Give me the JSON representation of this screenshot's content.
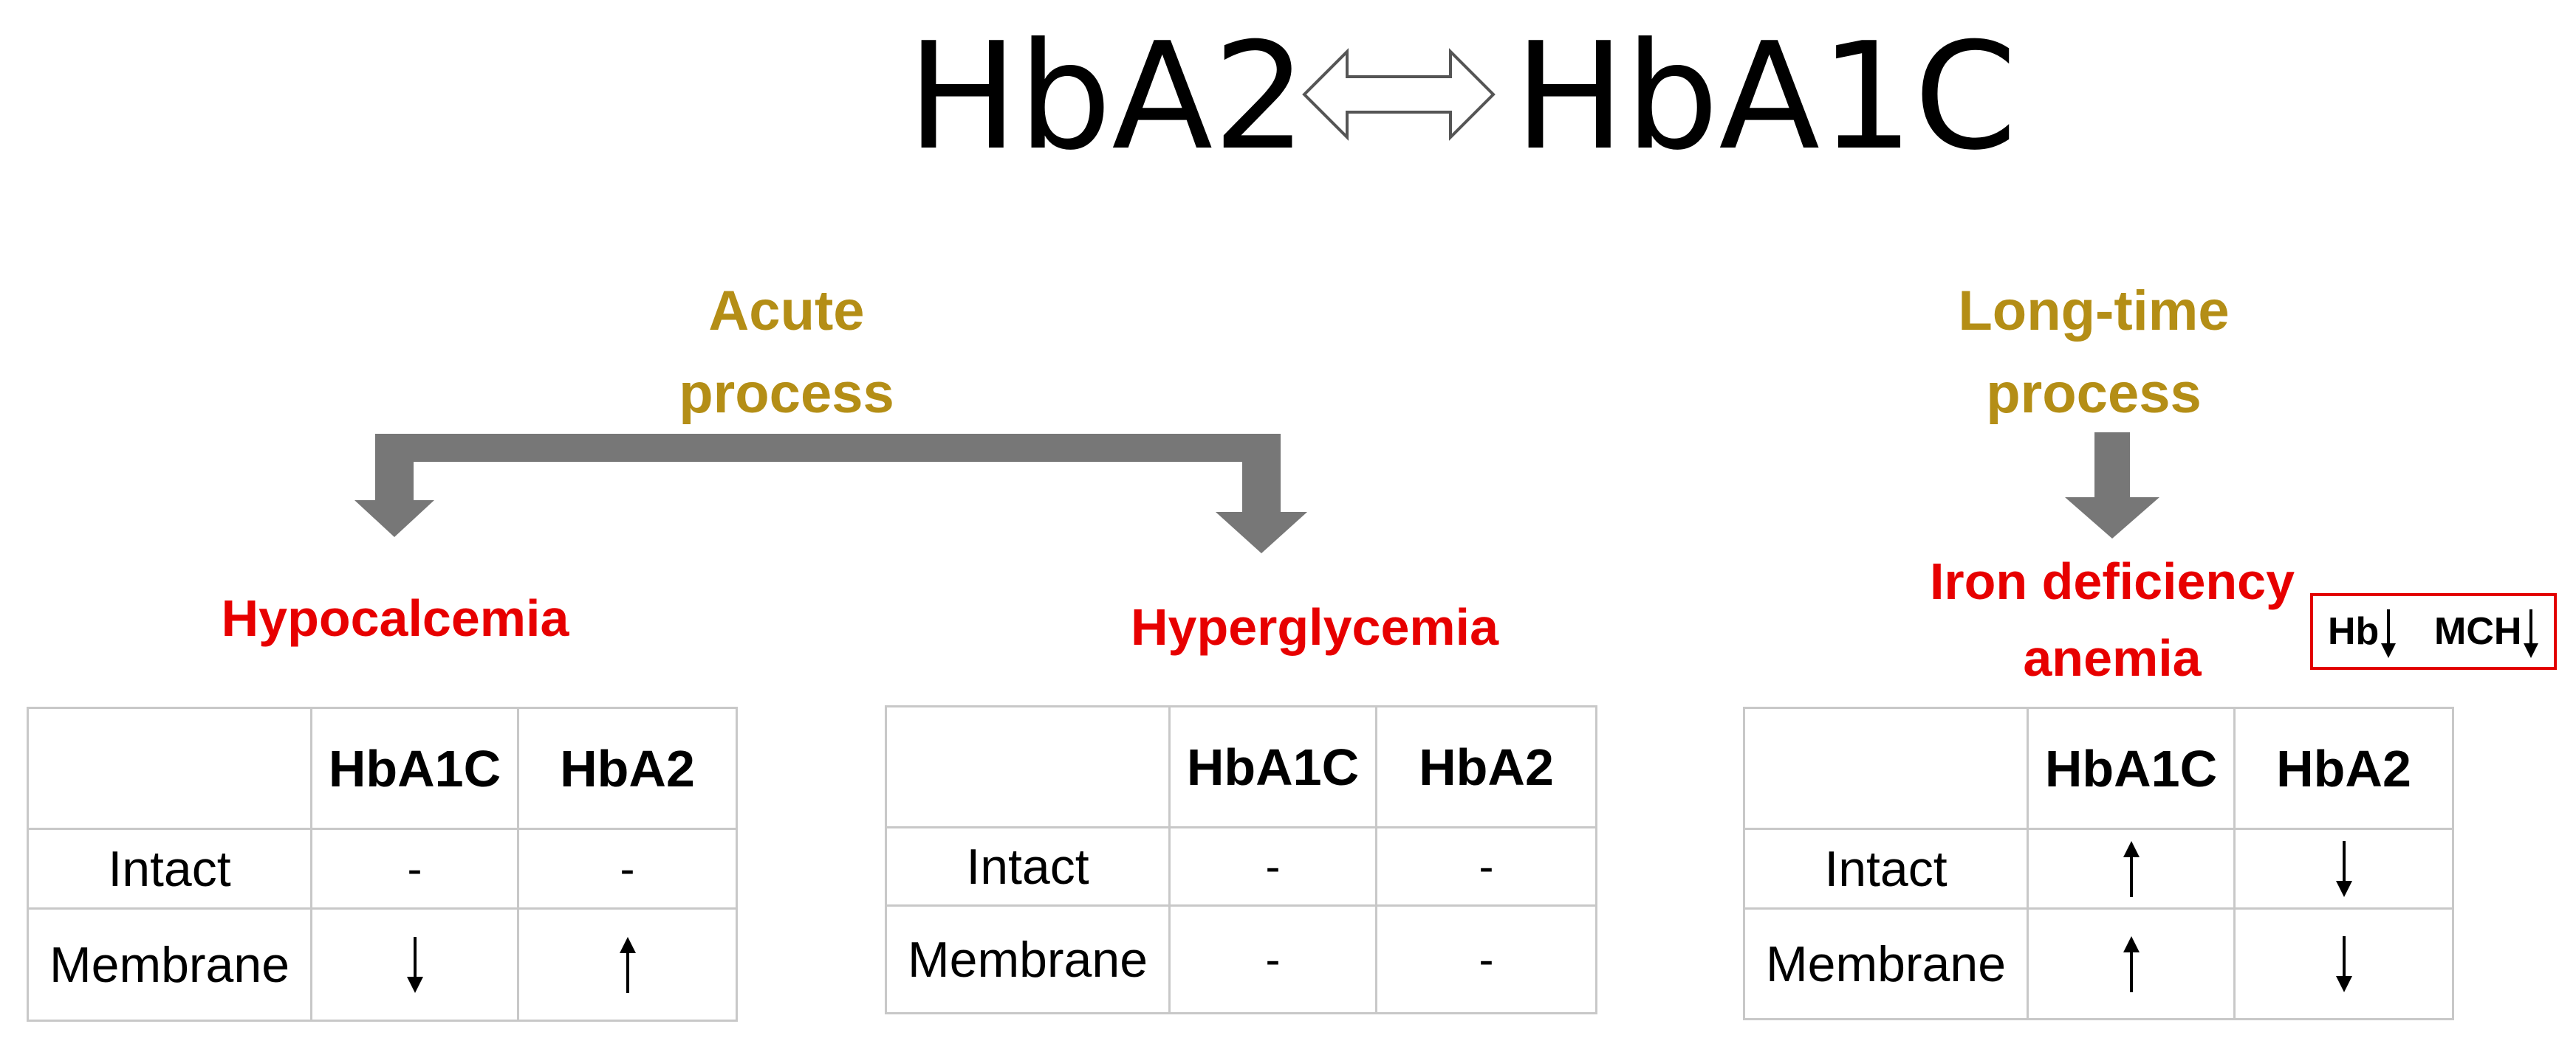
{
  "title": {
    "left": "HbA2",
    "right": "HbA1C",
    "connector_icon": "double-arrow-icon"
  },
  "colors": {
    "process": "#b48e16",
    "condition": "#e70000",
    "arrow": "#777777",
    "table_border": "#c8c8c8"
  },
  "branches": {
    "acute": {
      "line1": "Acute",
      "line2": "process"
    },
    "longtime": {
      "line1": "Long-time",
      "line2": "process"
    }
  },
  "conditions": {
    "hypocalcemia": "Hypocalcemia",
    "hyperglycemia": "Hyperglycemia",
    "ida_line1": "Iron deficiency",
    "ida_line2": "anemia"
  },
  "indicators": [
    {
      "label": "Hb",
      "direction": "down"
    },
    {
      "label": "MCH",
      "direction": "down"
    }
  ],
  "tables": [
    {
      "columns": [
        "",
        "HbA1C",
        "HbA2"
      ],
      "rows": [
        {
          "label": "Intact",
          "values": [
            "-",
            "-"
          ]
        },
        {
          "label": "Membrane",
          "values": [
            "down",
            "up"
          ]
        }
      ]
    },
    {
      "columns": [
        "",
        "HbA1C",
        "HbA2"
      ],
      "rows": [
        {
          "label": "Intact",
          "values": [
            "-",
            "-"
          ]
        },
        {
          "label": "Membrane",
          "values": [
            "-",
            "-"
          ]
        }
      ]
    },
    {
      "columns": [
        "",
        "HbA1C",
        "HbA2"
      ],
      "rows": [
        {
          "label": "Intact",
          "values": [
            "up",
            "down"
          ]
        },
        {
          "label": "Membrane",
          "values": [
            "up",
            "down"
          ]
        }
      ]
    }
  ]
}
